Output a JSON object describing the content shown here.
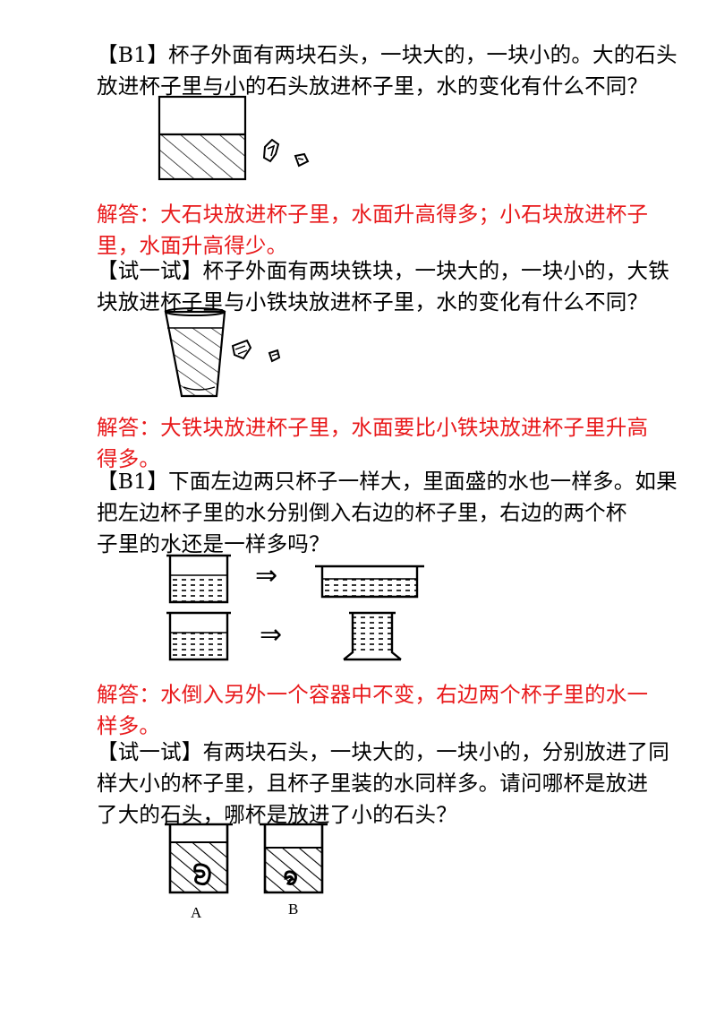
{
  "q1": {
    "lines": [
      "【B1】杯子外面有两块石头，一块大的，一块小的。大的石头",
      "放进杯子里与小的石头放进杯子里，水的变化有什么不同？"
    ]
  },
  "a1": {
    "lines": [
      "解答：大石块放进杯子里，水面升高得多；小石块放进杯子",
      "里，水面升高得少。"
    ]
  },
  "q2": {
    "lines": [
      "【试一试】杯子外面有两块铁块，一块大的，一块小的，大铁",
      "块放进杯子里与小铁块放进杯子里，水的变化有什么不同？"
    ]
  },
  "a2": {
    "lines": [
      "解答：大铁块放进杯子里，水面要比小铁块放进杯子里升高",
      "得多。"
    ]
  },
  "q3": {
    "lines": [
      "【B1】下面左边两只杯子一样大，里面盛的水也一样多。如果",
      "把左边杯子里的水分别倒入右边的杯子里，右边的两个杯",
      "子里的水还是一样多吗？"
    ],
    "arrow_glyph": "⇒"
  },
  "a3": {
    "lines": [
      "解答：水倒入另外一个容器中不变，右边两个杯子里的水一",
      "样多。"
    ]
  },
  "q4": {
    "lines": [
      "【试一试】有两块石头，一块大的，一块小的，分别放进了同",
      "样大小的杯子里，且杯子里装的水同样多。请问哪杯是放进",
      "了大的石头，哪杯是放进了小的石头？"
    ],
    "label_a": "A",
    "label_b": "B"
  },
  "colors": {
    "text": "#000000",
    "answer": "#e8191b"
  }
}
